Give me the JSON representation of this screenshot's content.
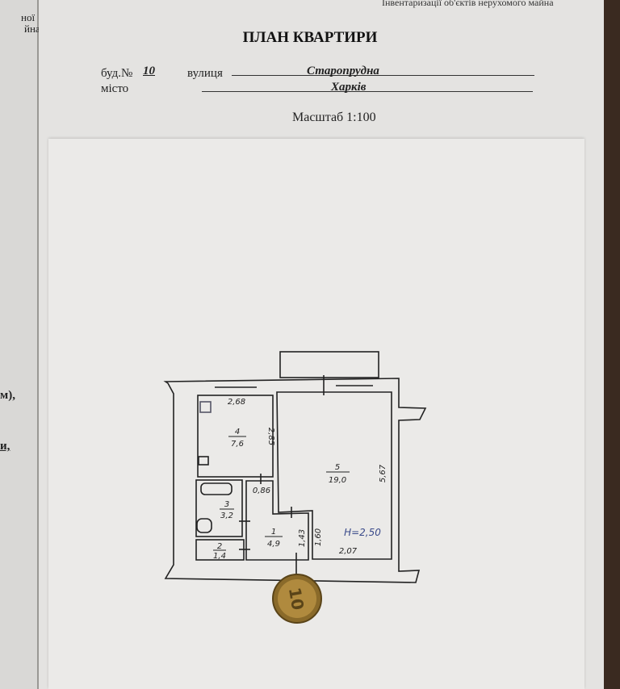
{
  "left_page_fragments": [
    "ної",
    "йна",
    "м),",
    "и,"
  ],
  "header_note": "Інвентаризації об'єктів нерухомого майна",
  "title": "ПЛАН КВАРТИРИ",
  "fields": {
    "building_label": "буд.№",
    "building_value": "10",
    "street_label": "вулиця",
    "street_value": "Старопрудна",
    "city_label": "місто",
    "city_value": "Харків"
  },
  "scale": "Масштаб 1:100",
  "plan": {
    "rooms": [
      {
        "number": "1",
        "area": "4,9"
      },
      {
        "number": "2",
        "area": "1,4"
      },
      {
        "number": "3",
        "area": "3,2"
      },
      {
        "number": "4",
        "area": "7,6"
      },
      {
        "number": "5",
        "area": "19,0"
      }
    ],
    "dimensions": [
      "2,68",
      "2,85",
      "0,86",
      "5,67",
      "1,43",
      "1,60",
      "2,07"
    ],
    "ceiling_height": "H=2,50"
  },
  "coin_value": "10"
}
